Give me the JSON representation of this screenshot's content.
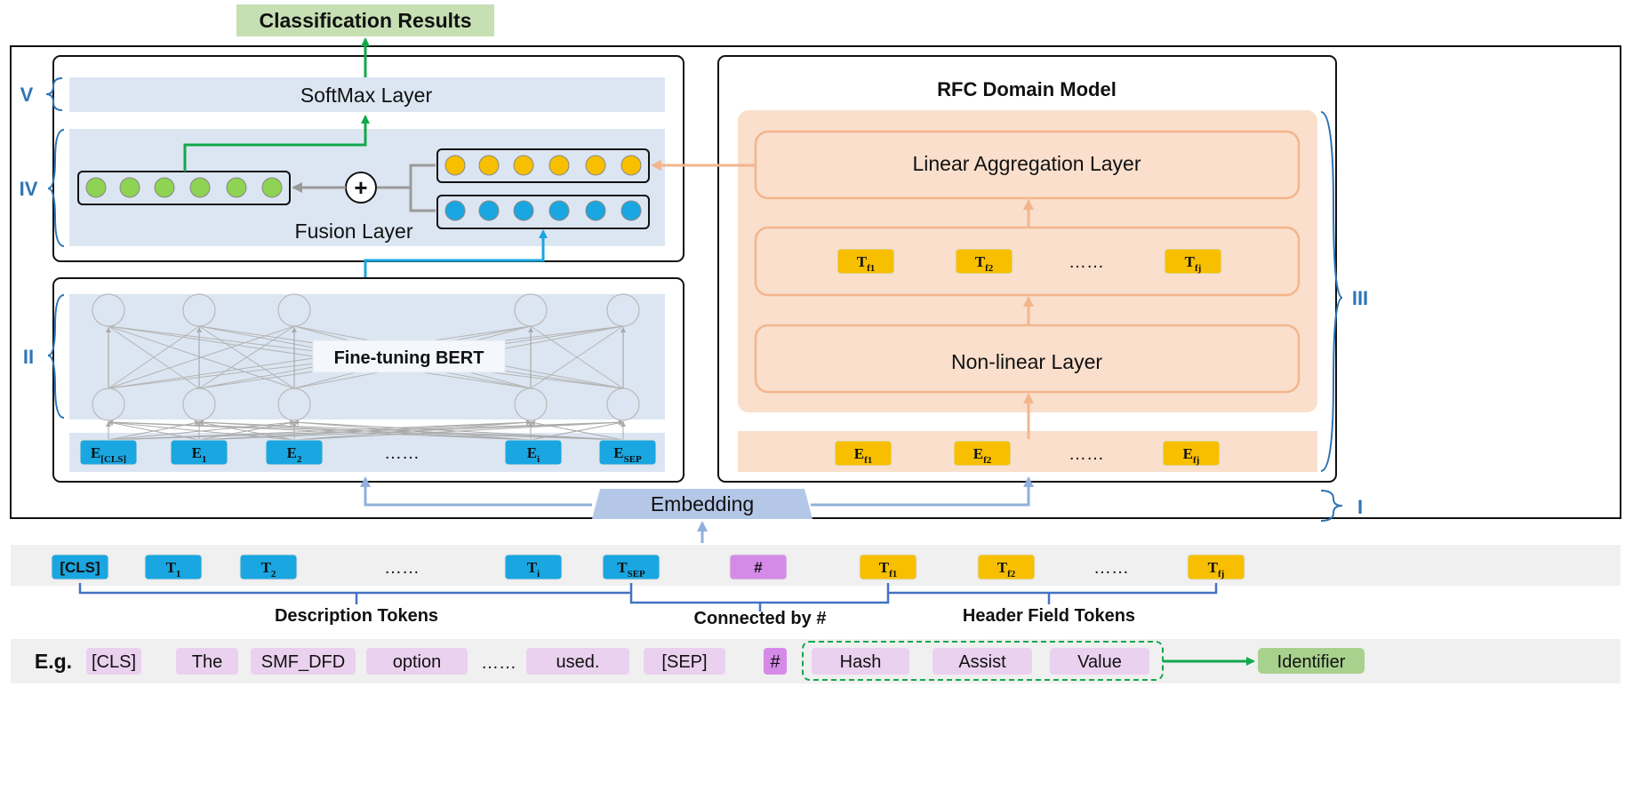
{
  "output": {
    "classification_results": "Classification Results"
  },
  "levels": {
    "v": "V",
    "iv": "IV",
    "ii": "II",
    "iii": "III",
    "i": "I"
  },
  "layers": {
    "softmax": "SoftMax Layer",
    "fusion": "Fusion Layer",
    "bert": "Fine-tuning BERT",
    "rfc_title": "RFC Domain Model",
    "linear_aggregation": "Linear Aggregation Layer",
    "non_linear": "Non-linear Layer",
    "embedding": "Embedding",
    "fusion_operator": "+"
  },
  "bert_embeddings": [
    {
      "main": "E",
      "sub": "[CLS]"
    },
    {
      "main": "E",
      "sub": "1"
    },
    {
      "main": "E",
      "sub": "2"
    },
    {
      "main": "……",
      "sub": ""
    },
    {
      "main": "E",
      "sub": "i"
    },
    {
      "main": "E",
      "sub": "SEP"
    }
  ],
  "rfc_t_row": [
    {
      "main": "T",
      "sub": "f1"
    },
    {
      "main": "T",
      "sub": "f2"
    },
    {
      "main": "……",
      "sub": ""
    },
    {
      "main": "T",
      "sub": "fj"
    }
  ],
  "rfc_e_row": [
    {
      "main": "E",
      "sub": "f1"
    },
    {
      "main": "E",
      "sub": "f2"
    },
    {
      "main": "……",
      "sub": ""
    },
    {
      "main": "E",
      "sub": "fj"
    }
  ],
  "input_tokens": [
    {
      "main": "[CLS]",
      "sub": ""
    },
    {
      "main": "T",
      "sub": "1"
    },
    {
      "main": "T",
      "sub": "2"
    },
    {
      "main": "……",
      "sub": ""
    },
    {
      "main": "T",
      "sub": "i"
    },
    {
      "main": "T",
      "sub": "SEP"
    },
    {
      "main": "#",
      "sub": ""
    },
    {
      "main": "T",
      "sub": "f1"
    },
    {
      "main": "T",
      "sub": "f2"
    },
    {
      "main": "……",
      "sub": ""
    },
    {
      "main": "T",
      "sub": "fj"
    }
  ],
  "groups": {
    "description": "Description Tokens",
    "connected": "Connected by #",
    "header": "Header Field Tokens"
  },
  "example": {
    "label": "E.g.",
    "tokens": [
      "[CLS]",
      "The",
      "SMF_DFD",
      "option",
      "……",
      "used.",
      "[SEP]",
      "#",
      "Hash",
      "Assist",
      "Value"
    ],
    "result": "Identifier"
  },
  "colors": {
    "blue_token": "#1aa6e0",
    "yellow_token": "#f7bf00",
    "purple_token": "#d58ae8",
    "green_dot": "#8ed353",
    "light_blue_panel": "#dce6f2",
    "peach_panel": "#f9dfcc",
    "orange_line": "#f3b58c",
    "green_arrow": "#11a84a",
    "level_blue": "#2e75b6"
  }
}
